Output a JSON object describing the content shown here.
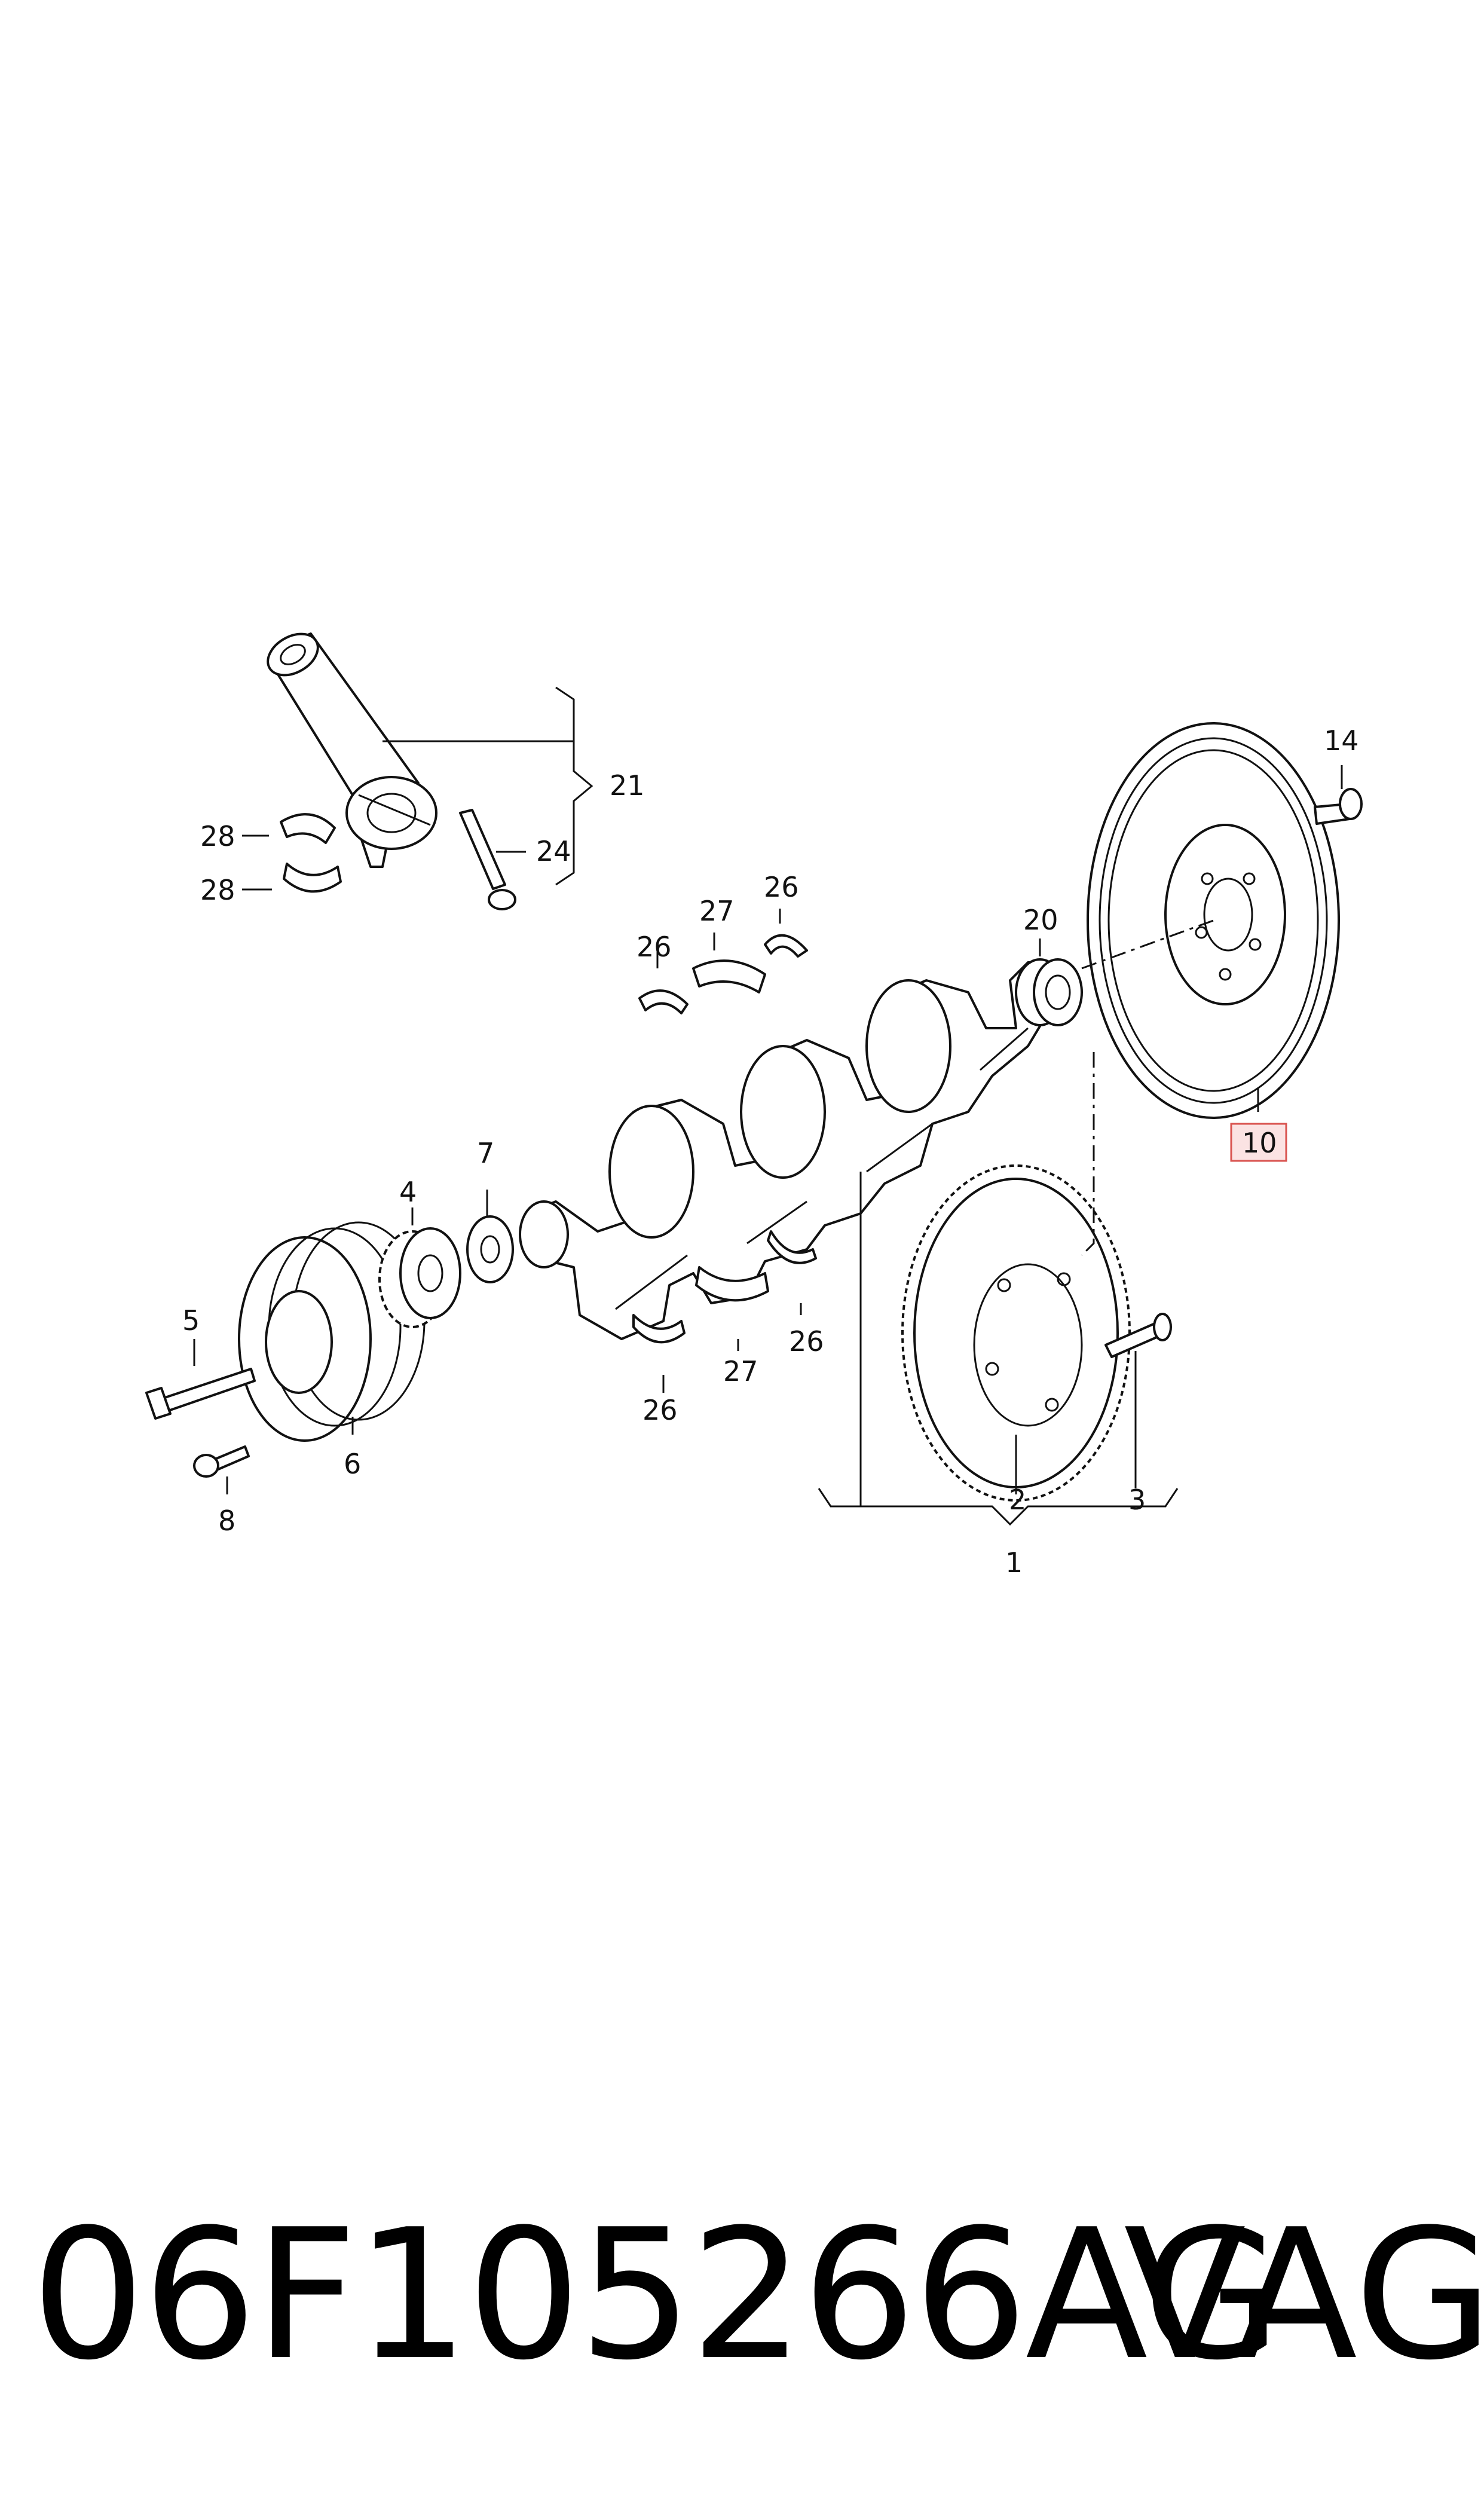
{
  "diagram": {
    "labels": {
      "l1": "1",
      "l2": "2",
      "l3": "3",
      "l4": "4",
      "l5": "5",
      "l6": "6",
      "l7": "7",
      "l8": "8",
      "l10": "10",
      "l14": "14",
      "l20": "20",
      "l21": "21",
      "l24": "24",
      "l26a": "26",
      "l26b": "26",
      "l26c": "26",
      "l26d": "26",
      "l27a": "27",
      "l27b": "27",
      "l28a": "28",
      "l28b": "28"
    },
    "highlight_color": "#d9534f",
    "highlight_fill": "#fbe3e3"
  },
  "footer": {
    "part_number": "06F105266AG",
    "brand": "VAG"
  }
}
